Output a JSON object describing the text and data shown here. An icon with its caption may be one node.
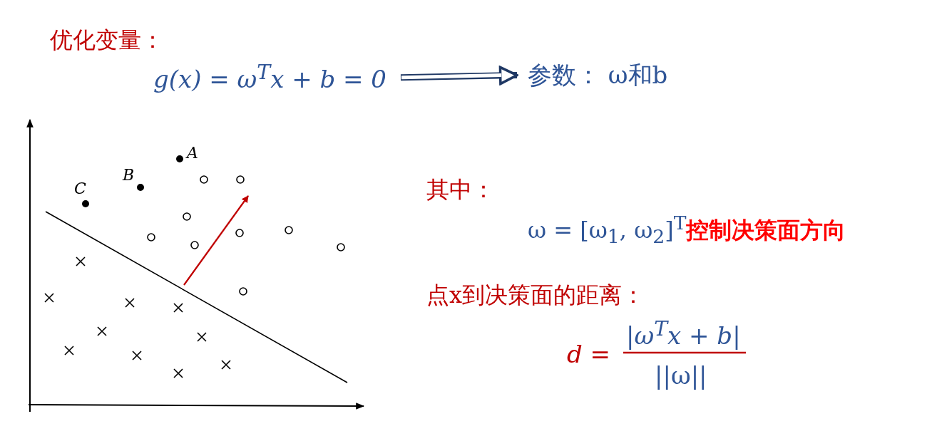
{
  "diagram": {
    "nodes": [
      {
        "text": [
          "g(x) = ω$^{T}$x + b = 0"
        ]
      },
      {
        "text": [
          "参数：  ω和b"
        ]
      }
    ],
    "edges": [
      {
        "from": 0,
        "to": 1,
        "arrow": "to"
      }
    ],
    "labels": [
      "优化变量：",
      "A",
      "B",
      "C",
      "其中：",
      "ω = [ω$_{1}$, ω$_{2}$]$^{T}$**控制决策面方向**",
      "点x到决策面的距离：",
      "d =",
      "|ω$^{T}$x + b|",
      "||ω||"
    ]
  }
}
